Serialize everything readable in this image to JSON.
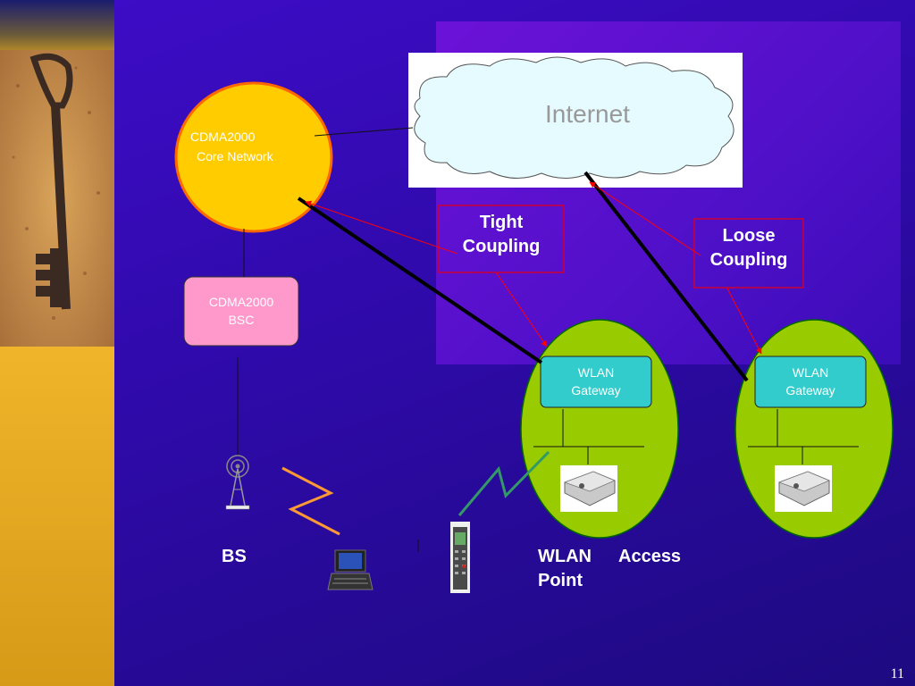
{
  "nodes": {
    "core_network": {
      "line1": "CDMA2000",
      "line2": "Core Network"
    },
    "internet": {
      "label": "Internet"
    },
    "bsc": {
      "line1": "CDMA2000",
      "line2": "BSC"
    },
    "gateway_left": {
      "line1": "WLAN",
      "line2": "Gateway"
    },
    "gateway_right": {
      "line1": "WLAN",
      "line2": "Gateway"
    }
  },
  "callouts": {
    "tight": {
      "line1": "Tight",
      "line2": "Coupling"
    },
    "loose": {
      "line1": "Loose",
      "line2": "Coupling"
    }
  },
  "labels": {
    "bs": "BS",
    "ap_word1": "WLAN",
    "ap_word2": "Access",
    "ap_word3": "Point"
  },
  "page_number": "11",
  "colors": {
    "core_fill": "#ffcc00",
    "core_stroke": "#ff6600",
    "bsc_fill": "#ff99cc",
    "wlan_fill": "#99cc00",
    "gateway_fill": "#33cccc",
    "callout_border": "#cc0033",
    "arrow": "#ff0000"
  },
  "icons": [
    "key-photo",
    "antenna-tower-icon",
    "laptop-icon",
    "phone-icon",
    "access-point-icon"
  ]
}
